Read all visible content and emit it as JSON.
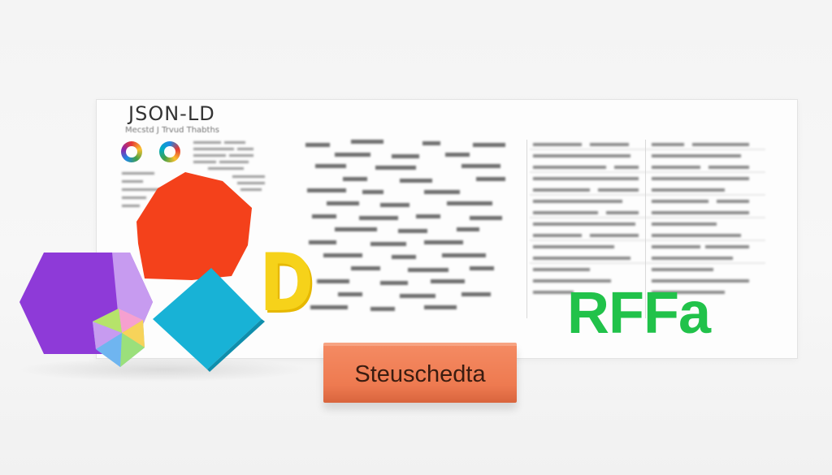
{
  "board": {
    "title": "JSON-LD",
    "subtitle": "Mecstd J Trvud Thabths",
    "logo_icons": [
      "color-ring-icon",
      "color-ring-icon"
    ]
  },
  "objects": {
    "letter_block": "D",
    "block_label": "Steuschedta",
    "sign_text": "RFFa"
  },
  "colors": {
    "red_star": "#f4411b",
    "purple_hexagon": "#8e3ad8",
    "cyan_diamond": "#18b2d6",
    "yellow_letter": "#f6d21a",
    "orange_block": "#ee7a50",
    "green_text": "#21c24a"
  }
}
